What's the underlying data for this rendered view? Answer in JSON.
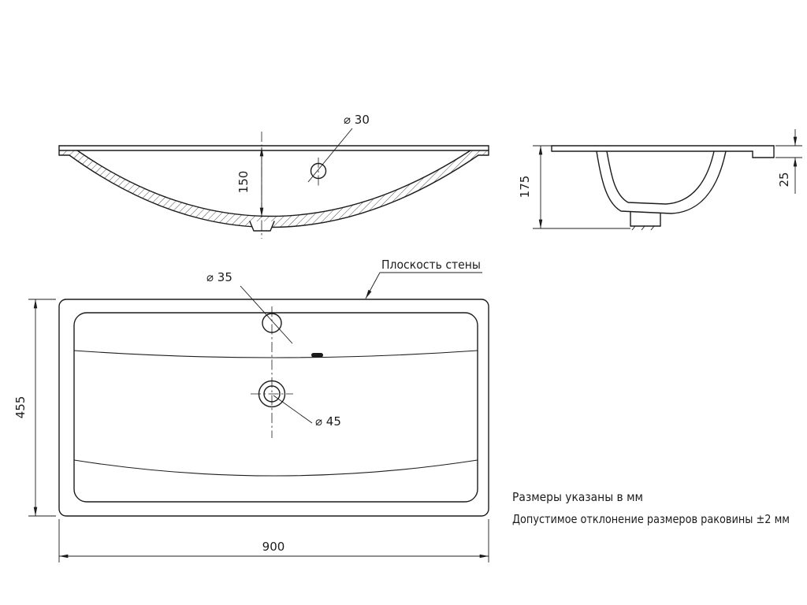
{
  "page": {
    "background": "#ffffff",
    "ink": "#1c1c1c"
  },
  "front_view": {
    "overflow_label": "⌀ 30",
    "depth_label": "150"
  },
  "side_view": {
    "height_label": "175",
    "rim_label": "25"
  },
  "plan_view": {
    "faucet_label": "⌀ 35",
    "drain_label": "⌀ 45",
    "depth_label": "455",
    "width_label": "900",
    "wall_label": "Плоскость стены"
  },
  "notes": {
    "line1": "Размеры указаны в мм",
    "line2": "Допустимое отклонение размеров раковины ±2 мм"
  }
}
